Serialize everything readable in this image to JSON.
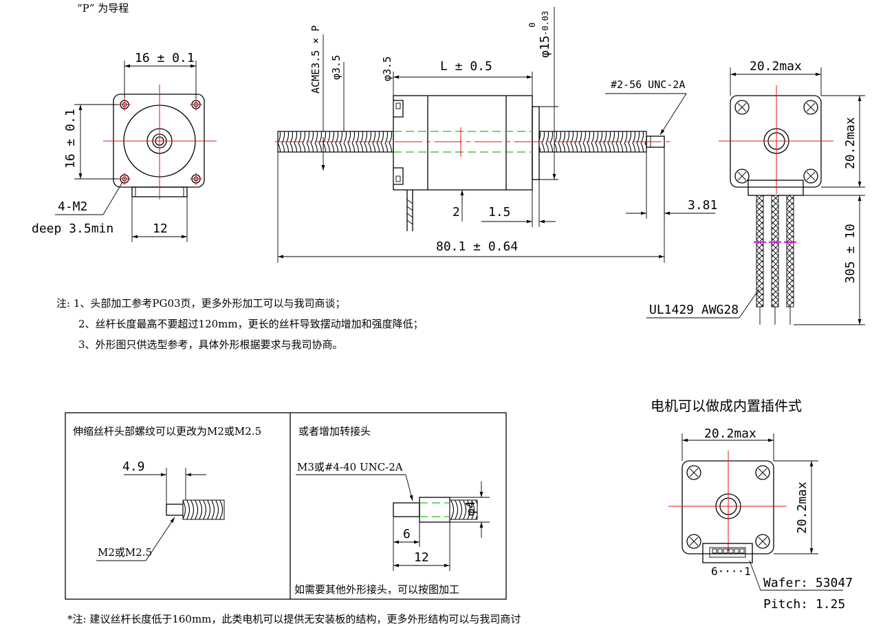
{
  "header_note": "“P” 为导程",
  "front_view": {
    "width_dim": "16 ± 0.1",
    "height_dim": "16 ± 0.1",
    "hole_label": "4-M2",
    "hole_depth": "deep 3.5min",
    "bottom_dim": "12"
  },
  "side_view": {
    "acme_label": "ACME3.5 × P",
    "phi_left": "φ3.5",
    "phi_body": "φ3.5",
    "length_dim": "L ± 0.5",
    "phi15": "φ15",
    "phi15_tol_upper": "0",
    "phi15_tol_lower": "-0.03",
    "unc_label": "#2-56 UNC-2A",
    "dim_2": "2",
    "dim_1_5": "1.5",
    "dim_3_81": "3.81",
    "total_dim": "80.1 ± 0.64"
  },
  "right_view": {
    "width_dim": "20.2max",
    "height_dim": "20.2max",
    "lead_length": "305 ± 10",
    "wire_label": "UL1429 AWG28"
  },
  "notes": [
    "注: 1、头部加工参考PG03页，更多外形加工可以与我司商谈；",
    "2、丝杆长度最高不要超过120mm，更长的丝杆导致摆动增加和强度降低；",
    "3、外形图只供选型参考，具体外形根据要求与我司协商。"
  ],
  "box": {
    "left_title": "伸缩丝杆头部螺纹可以更改为M2或M2.5",
    "left_dim": "4.9",
    "left_label": "M2或M2.5",
    "right_title": "或者增加转接头",
    "right_label": "M3或#4-40 UNC-2A",
    "right_dim_phi": "φ4",
    "right_dim_6": "6",
    "right_dim_12": "12",
    "right_footer": "如需要其他外形接头，可以按图加工"
  },
  "connector_view": {
    "title": "电机可以做成内置插件式",
    "width_dim": "20.2max",
    "height_dim": "20.2max",
    "pin_label": "6····1",
    "wafer": "Wafer: 53047",
    "pitch": "Pitch: 1.25"
  },
  "footer_note": "*注: 建议丝杆长度低于160mm，此类电机可以提供无安装板的结构，更多外形结构可以与我司商讨"
}
